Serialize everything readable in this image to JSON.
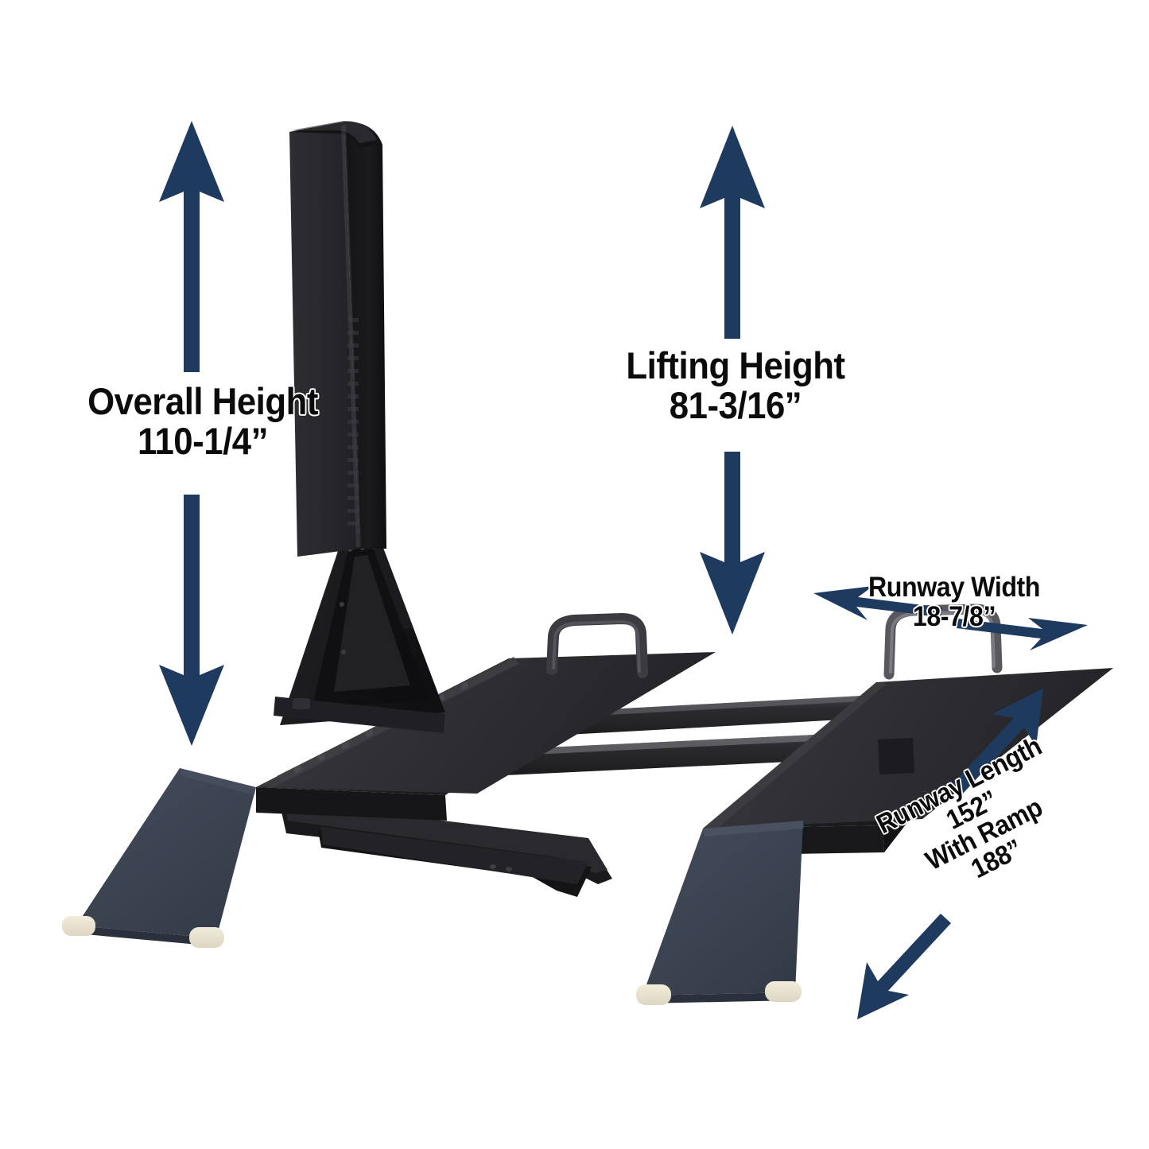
{
  "image": {
    "kind": "product-dimension-diagram",
    "subject": "single-post four-runway vehicle storage lift",
    "background_color": "#ffffff"
  },
  "colors": {
    "arrow_navy": "#1e3a5f",
    "arrow_navy_dark": "#162c4a",
    "label_text": "#0b0b0b",
    "label_outline": "#ffffff",
    "lift_black": "#232326",
    "lift_black_dark": "#121214",
    "lift_black_mid": "#2c2c30",
    "ramp_slate": "#3b4250",
    "ramp_slate_dark": "#333a46",
    "roller_cap": "#e6e0cf",
    "handle_gray": "#6b6b70"
  },
  "annotations": [
    {
      "id": "overall-height",
      "label": "Overall Height",
      "value": "110-1/4”",
      "arrow": "vertical-double",
      "arrow_color": "#1e3a5f"
    },
    {
      "id": "lifting-height",
      "label": "Lifting Height",
      "value": "81-3/16”",
      "arrow": "vertical-double",
      "arrow_color": "#1e3a5f"
    },
    {
      "id": "runway-width",
      "label": "Runway Width",
      "value": "18-7/8”",
      "arrow": "horizontal-double",
      "arrow_color": "#1e3a5f"
    },
    {
      "id": "runway-length",
      "label": "Runway Length",
      "value": "152”",
      "label2": "With Ramp",
      "value2": "188”",
      "arrow": "diagonal-double",
      "arrow_color": "#1e3a5f"
    }
  ],
  "overall_height": {
    "line1": "Overall Height",
    "line2": "110-1/4”"
  },
  "lifting_height": {
    "line1": "Lifting Height",
    "line2": "81-3/16”"
  },
  "runway_width": {
    "line1": "Runway Width",
    "line2": "18-7/8”"
  },
  "runway_length": {
    "line1": "Runway Length",
    "line2": "152”",
    "line3": "With Ramp",
    "line4": "188”"
  },
  "parts": [
    {
      "name": "lift-column",
      "description": "tall vertical black post"
    },
    {
      "name": "column-gusset",
      "description": "triangular brace at column base"
    },
    {
      "name": "left-runway",
      "description": "near runway platform"
    },
    {
      "name": "right-runway",
      "description": "far runway platform"
    },
    {
      "name": "left-ramp",
      "description": "drive-on approach ramp, left"
    },
    {
      "name": "right-ramp",
      "description": "drive-on approach ramp, right"
    },
    {
      "name": "left-handle",
      "description": "tubular grab handle on left runway"
    },
    {
      "name": "right-handle",
      "description": "tubular grab handle on right runway"
    },
    {
      "name": "cross-beam-front",
      "description": "front connecting cross beam"
    },
    {
      "name": "cross-beam-rear",
      "description": "rear connecting cross beam"
    },
    {
      "name": "base-rail",
      "description": "floor base rail under column"
    },
    {
      "name": "roller-cap",
      "description": "cream colored ramp end roller"
    }
  ]
}
